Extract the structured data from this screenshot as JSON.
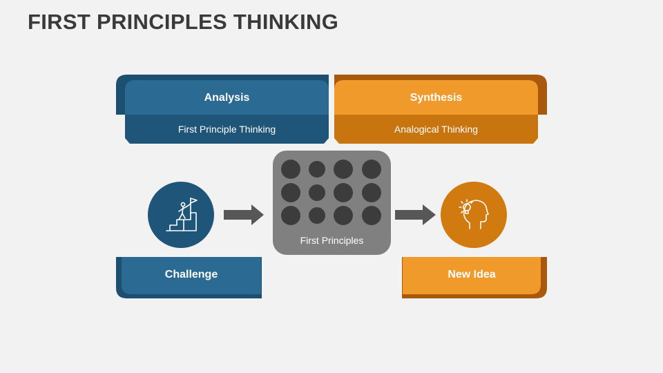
{
  "title": "FIRST PRINCIPLES THINKING",
  "analysis": {
    "heading": "Analysis",
    "subheading": "First Principle Thinking"
  },
  "synthesis": {
    "heading": "Synthesis",
    "subheading": "Analogical Thinking"
  },
  "challenge": {
    "label": "Challenge",
    "icon": "climber-flag-icon"
  },
  "principles": {
    "label": "First Principles",
    "dot_count": 12
  },
  "new_idea": {
    "label": "New Idea",
    "icon": "head-lightbulb-icon"
  },
  "colors": {
    "blue": "#2a6a93",
    "blue_dark": "#1c4d6e",
    "orange": "#f19a2c",
    "orange_dark": "#c8750f",
    "gray_box": "#808080",
    "dot": "#3c3c3c",
    "arrow": "#575757"
  }
}
